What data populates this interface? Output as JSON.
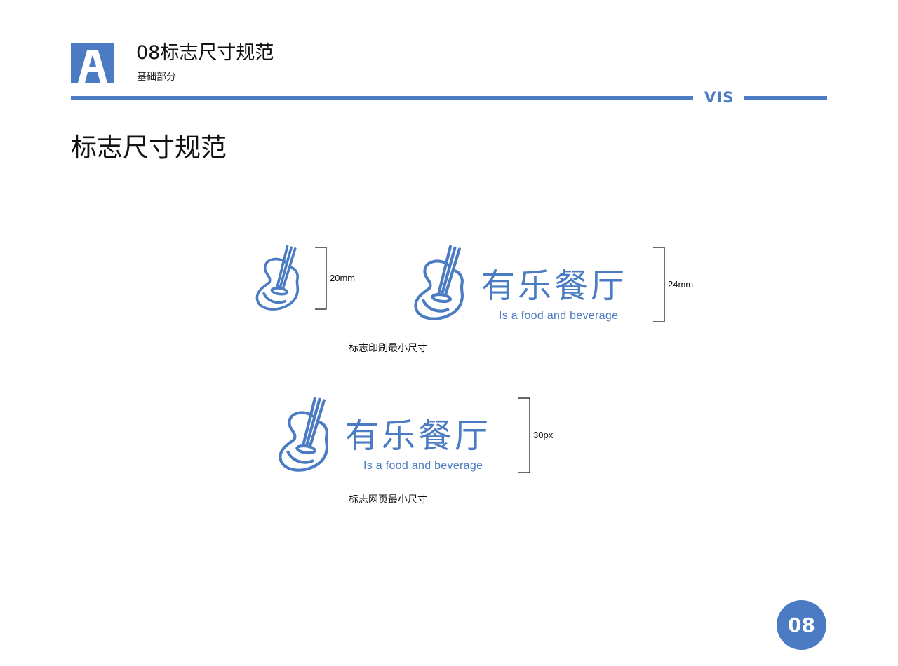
{
  "header": {
    "brand_letter": "A",
    "title": "08标志尺寸规范",
    "subtitle": "基础部分",
    "vis_label": "VIS"
  },
  "section_title": "标志尺寸规范",
  "print_min": {
    "icon_size_label": "20mm",
    "full_size_label": "24mm",
    "logo_name": "有乐餐厅",
    "logo_tagline": "Is a food and beverage",
    "caption": "标志印刷最小尺寸"
  },
  "web_min": {
    "size_label": "30px",
    "logo_name": "有乐餐厅",
    "logo_tagline": "Is a food and beverage",
    "caption": "标志网页最小尺寸"
  },
  "page_number": "08",
  "colors": {
    "brand_blue": "#4b7cc3",
    "text": "#111111"
  },
  "icons": {
    "brand_mark": "letter-a-icon",
    "logo_symbol": "guitar-icon"
  }
}
